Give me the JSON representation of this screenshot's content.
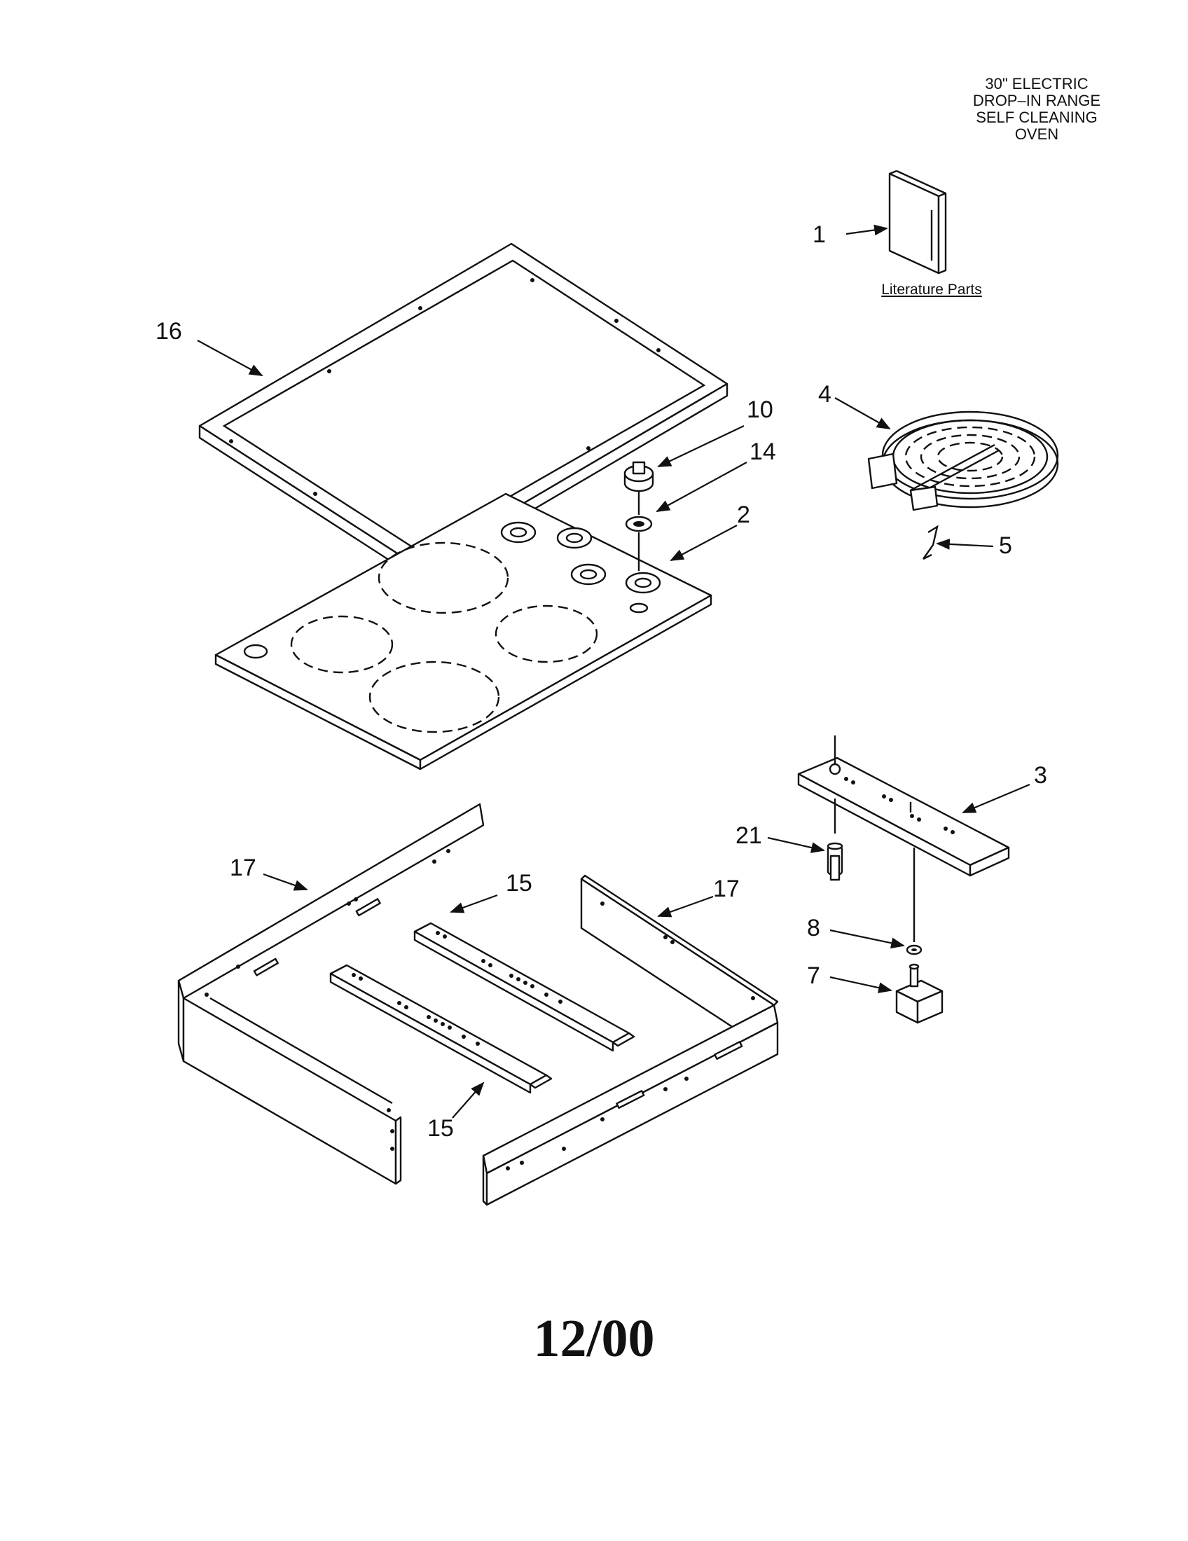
{
  "title_lines": [
    "30\" ELECTRIC",
    "DROP–IN RANGE",
    "SELF CLEANING",
    "OVEN"
  ],
  "literature_caption": "Literature Parts",
  "footer_date": "12/00",
  "callouts": {
    "part_1": "1",
    "part_16": "16",
    "part_10": "10",
    "part_14": "14",
    "part_4": "4",
    "part_2": "2",
    "part_5": "5",
    "part_3": "3",
    "part_21": "21",
    "part_17_left": "17",
    "part_15_upper": "15",
    "part_17_right": "17",
    "part_8": "8",
    "part_7": "7",
    "part_15_lower": "15"
  }
}
